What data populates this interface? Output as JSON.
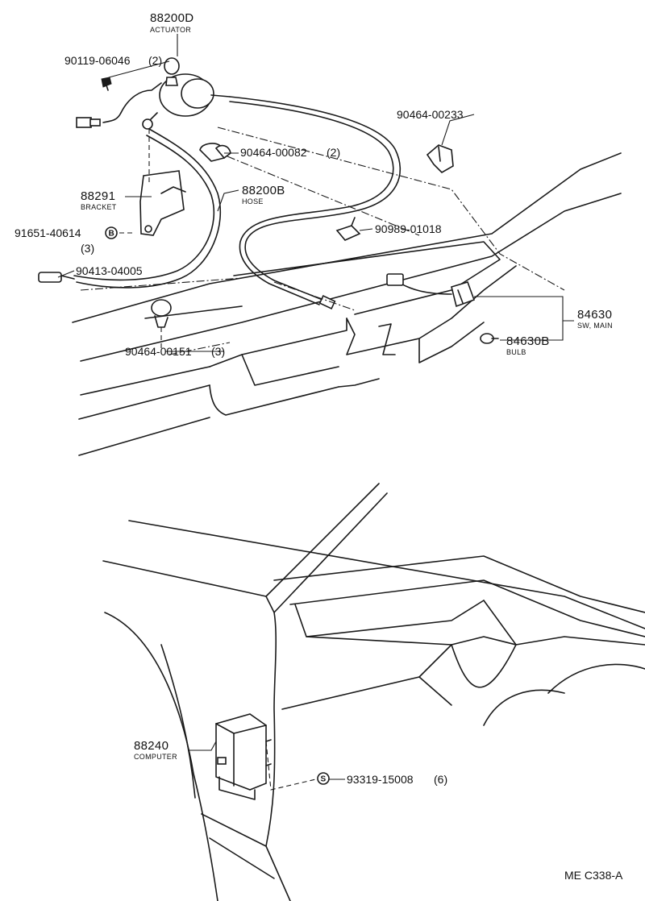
{
  "parts": {
    "actuator": {
      "number": "88200D",
      "name": "ACTUATOR"
    },
    "screw": {
      "number": "90119-06046",
      "qty": "(2)"
    },
    "clip_right": {
      "number": "90464-00233"
    },
    "clamp_center": {
      "number": "90464-00082",
      "qty": "(2)"
    },
    "bracket": {
      "number": "88291",
      "name": "BRACKET"
    },
    "hose": {
      "number": "88200B",
      "name": "HOSE"
    },
    "bolt": {
      "number": "91651-40614",
      "marker": "B",
      "qty": "(3)"
    },
    "clip_small": {
      "number": "90989-01018"
    },
    "connector": {
      "number": "90413-04005"
    },
    "clamp_lower": {
      "number": "90464-00151",
      "qty": "(3)"
    },
    "main_switch": {
      "number": "84630",
      "name": "SW, MAIN"
    },
    "bulb": {
      "number": "84630B",
      "name": "BULB"
    },
    "computer": {
      "number": "88240",
      "name": "COMPUTER"
    },
    "screw_lower": {
      "number": "93319-15008",
      "marker": "S",
      "qty": "(6)"
    }
  },
  "footer": {
    "code": "ME C338-A"
  }
}
